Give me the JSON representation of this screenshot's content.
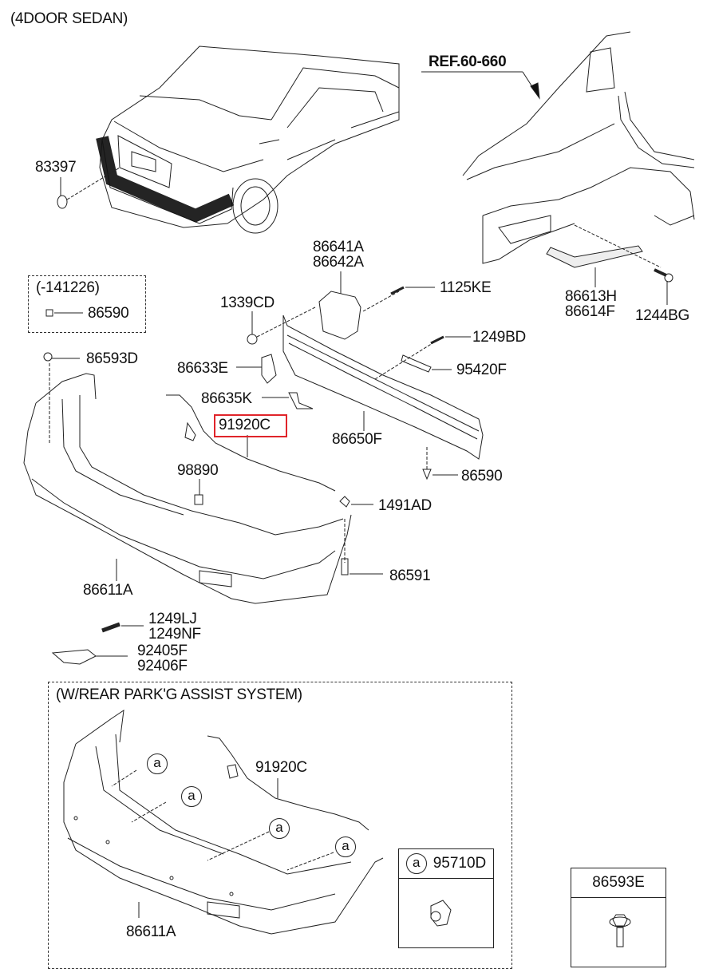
{
  "diagram": {
    "title": "(4DOOR SEDAN)",
    "reference": "REF.60-660",
    "highlight_color": "#e0242a",
    "inset_top": {
      "condition": "(-141226)",
      "part": "86590"
    },
    "parts": {
      "p83397": "83397",
      "p86641A": "86641A",
      "p86642A": "86642A",
      "p1125KE": "1125KE",
      "p1339CD": "1339CD",
      "p1249BD": "1249BD",
      "p86593D": "86593D",
      "p86633E": "86633E",
      "p95420F": "95420F",
      "p86635K": "86635K",
      "p91920C": "91920C",
      "p86650F": "86650F",
      "p98890": "98890",
      "p86590": "86590",
      "p1491AD": "1491AD",
      "p86591": "86591",
      "p86611A": "86611A",
      "p1249LJ": "1249LJ",
      "p1249NF": "1249NF",
      "p92405F": "92405F",
      "p92406F": "92406F",
      "p86613H": "86613H",
      "p86614F": "86614F",
      "p1244BG": "1244BG"
    },
    "park_assist": {
      "title": "(W/REAR PARK'G ASSIST SYSTEM)",
      "harness": "91920C",
      "bumper": "86611A",
      "marker": "a",
      "sensor_box": {
        "marker": "a",
        "part": "95710D"
      }
    },
    "bolt_box": {
      "part": "86593E"
    }
  }
}
